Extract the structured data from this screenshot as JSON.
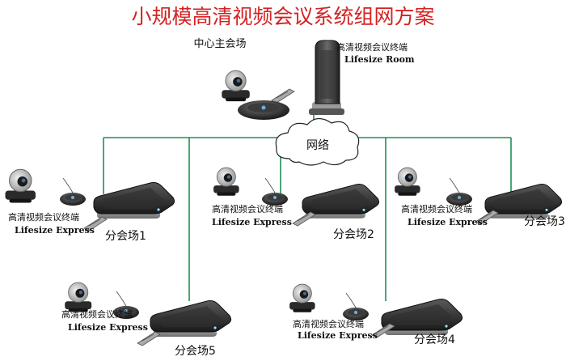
{
  "title": "小规模高清视频会议系统组网方案",
  "network_label": "网络",
  "main_site": {
    "name": "中心主会场",
    "device_cn": "高清视频会议终端",
    "device_en": "Lifesize Room"
  },
  "branch_sites": [
    {
      "name": "分会场1",
      "device_cn": "高清视频会议终端",
      "device_en": "Lifesize Express"
    },
    {
      "name": "分会场2",
      "device_cn": "高清视频会议终端",
      "device_en": "Lifesize Express"
    },
    {
      "name": "分会场3",
      "device_cn": "高清视频会议终端",
      "device_en": "Lifesize Express"
    },
    {
      "name": "分会场4",
      "device_cn": "高清视频会议终端",
      "device_en": "Lifesize Express"
    },
    {
      "name": "分会场5",
      "device_cn": "高清视频会议终端",
      "device_en": "Lifesize Express"
    }
  ],
  "colors": {
    "title": "#d32222",
    "link": "#1e8f55"
  }
}
